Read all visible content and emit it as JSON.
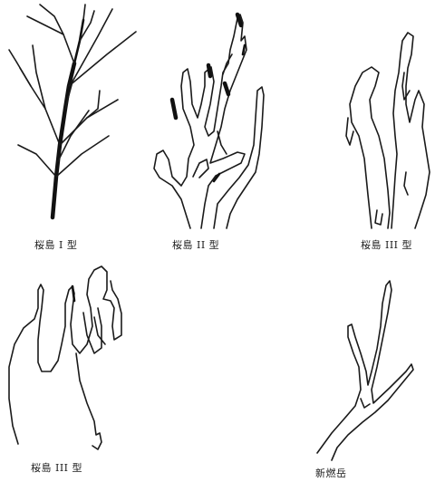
{
  "captions": {
    "type1": "桜島 I 型",
    "type2": "桜島 II 型",
    "type3a": "桜島 III 型",
    "type3b": "桜島 III 型",
    "shinmoedake": "新燃岳"
  },
  "colors": {
    "stroke": "#1a1a1a",
    "background": "#ffffff"
  }
}
